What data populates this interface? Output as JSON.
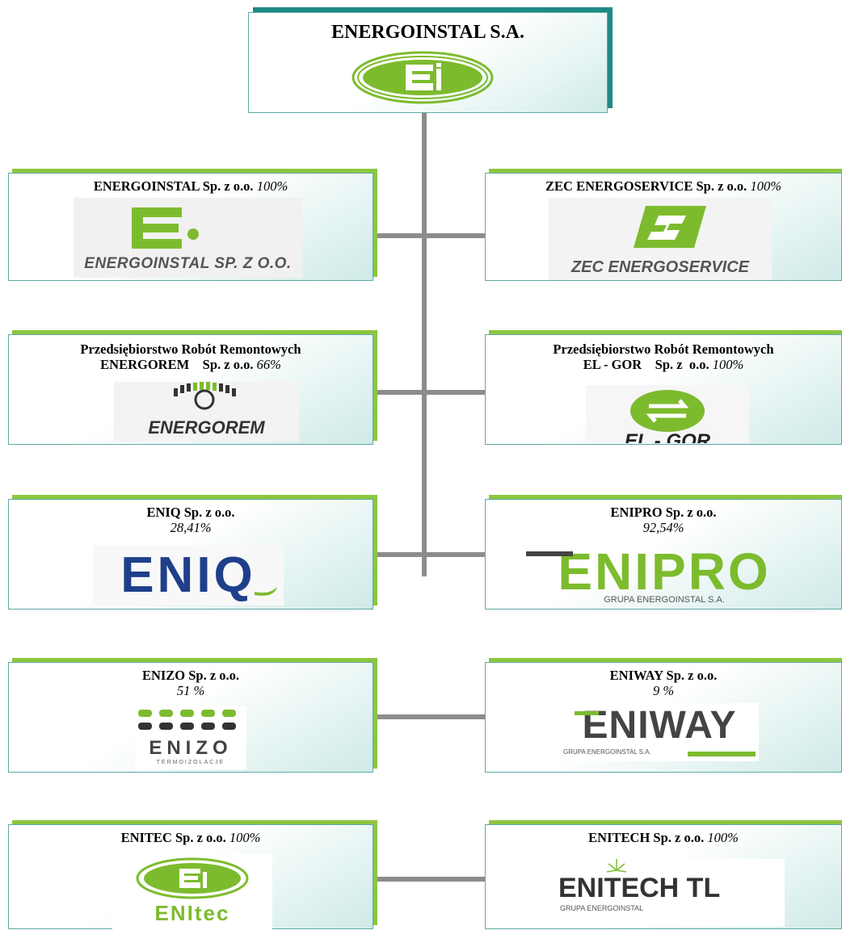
{
  "root": {
    "name": "ENERGOINSTAL S.A.",
    "logo_icon": "energoinstal-ei-oval-logo"
  },
  "companies": [
    {
      "name": "ENERGOINSTAL Sp. z o.o.",
      "share": "100%",
      "logo_text": "ENERGOINSTAL SP. Z O.O."
    },
    {
      "name": "ZEC ENERGOSERVICE Sp. z o.o.",
      "share": "100%",
      "logo_text": "ZEC ENERGOSERVICE"
    },
    {
      "name_line1": "Przedsiębiorstwo Robót Remontowych",
      "name_line2": "ENERGOREM    Sp. z o.o.",
      "share": "66%",
      "logo_text": "ENERGOREM"
    },
    {
      "name_line1": "Przedsiębiorstwo Robót Remontowych",
      "name_line2": "EL - GOR    Sp. z  o.o.",
      "share": "100%",
      "logo_text": "EL - GOR"
    },
    {
      "name": "ENIQ Sp. z o.o.",
      "share": "28,41%",
      "logo_text": "ENIQ"
    },
    {
      "name": "ENIPRO Sp. z o.o.",
      "share": "92,54%",
      "logo_text": "ENIPRO",
      "logo_subtext": "GRUPA ENERGOINSTAL S.A."
    },
    {
      "name": "ENIZO Sp. z o.o.",
      "share": "51 %",
      "logo_text": "ENIZO",
      "logo_subtext": "TERMOIZOLACJE"
    },
    {
      "name": "ENIWAY Sp. z o.o.",
      "share": "9 %",
      "logo_text": "ENIWAY",
      "logo_subtext": "GRUPA ENERGOINSTAL S.A."
    },
    {
      "name": "ENITEC Sp. z o.o.",
      "share": "100%",
      "logo_text": "ENItec"
    },
    {
      "name": "ENITECH Sp. z o.o.",
      "share": "100%",
      "logo_text": "ENITECH TL",
      "logo_subtext": "GRUPA ENERGOINSTAL"
    }
  ],
  "colors": {
    "brand_green": "#7dbb2e",
    "frame_green": "#8dc63f",
    "frame_teal": "#1f8a86",
    "connector_gray": "#8c8c8c",
    "eniq_navy": "#1f3f8a",
    "zec_gray": "#555555"
  }
}
